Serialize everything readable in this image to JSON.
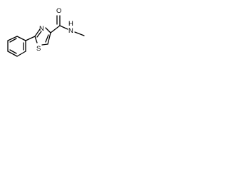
{
  "structure": {
    "atoms": {
      "oxygen": "O",
      "amide_nitrogen": "N",
      "amide_hydrogen": "H",
      "ring_nitrogen": "N",
      "ring_sulfur": "S"
    }
  }
}
